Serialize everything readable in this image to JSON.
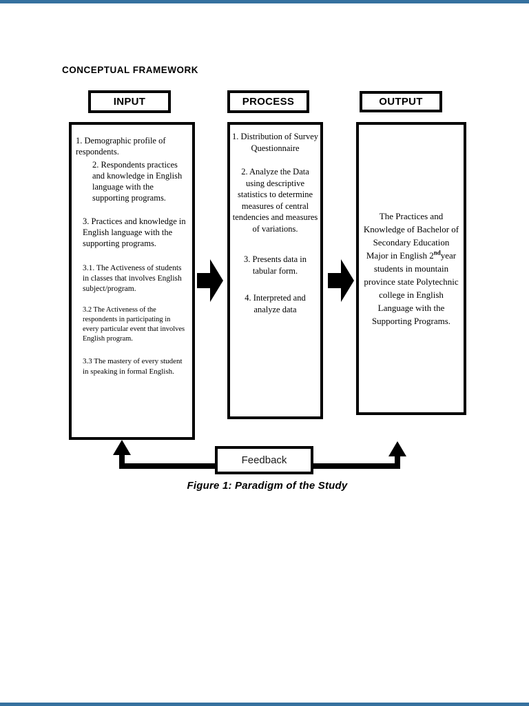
{
  "page": {
    "heading": "CONCEPTUAL FRAMEWORK",
    "caption": "Figure 1: Paradigm of the Study",
    "edge_bar_color": "#36719f"
  },
  "columns": {
    "input": {
      "label": "INPUT",
      "items": [
        "1. Demographic profile of respondents.",
        "2. Respondents practices and knowledge in English language with the supporting programs.",
        "3. Practices and knowledge in English language with the supporting programs.",
        "3.1. The Activeness of students in classes that involves English subject/program.",
        "3.2 The Activeness of the respondents in participating in every particular event that involves English program.",
        "3.3 The mastery of every student in speaking in formal English."
      ]
    },
    "process": {
      "label": "PROCESS",
      "items": [
        "1. Distribution of Survey Questionnaire",
        "2. Analyze the Data using descriptive statistics to determine measures of central tendencies and measures of variations.",
        "3. Presents data in tabular form.",
        "4. Interpreted and analyze data"
      ]
    },
    "output": {
      "label": "OUTPUT",
      "text_before_sup": "The Practices and Knowledge of Bachelor of Secondary Education Major in English 2",
      "sup": "nd",
      "text_after_sup": "year students in mountain province state Polytechnic college in English Language with the Supporting Programs."
    }
  },
  "feedback": {
    "label": "Feedback"
  }
}
